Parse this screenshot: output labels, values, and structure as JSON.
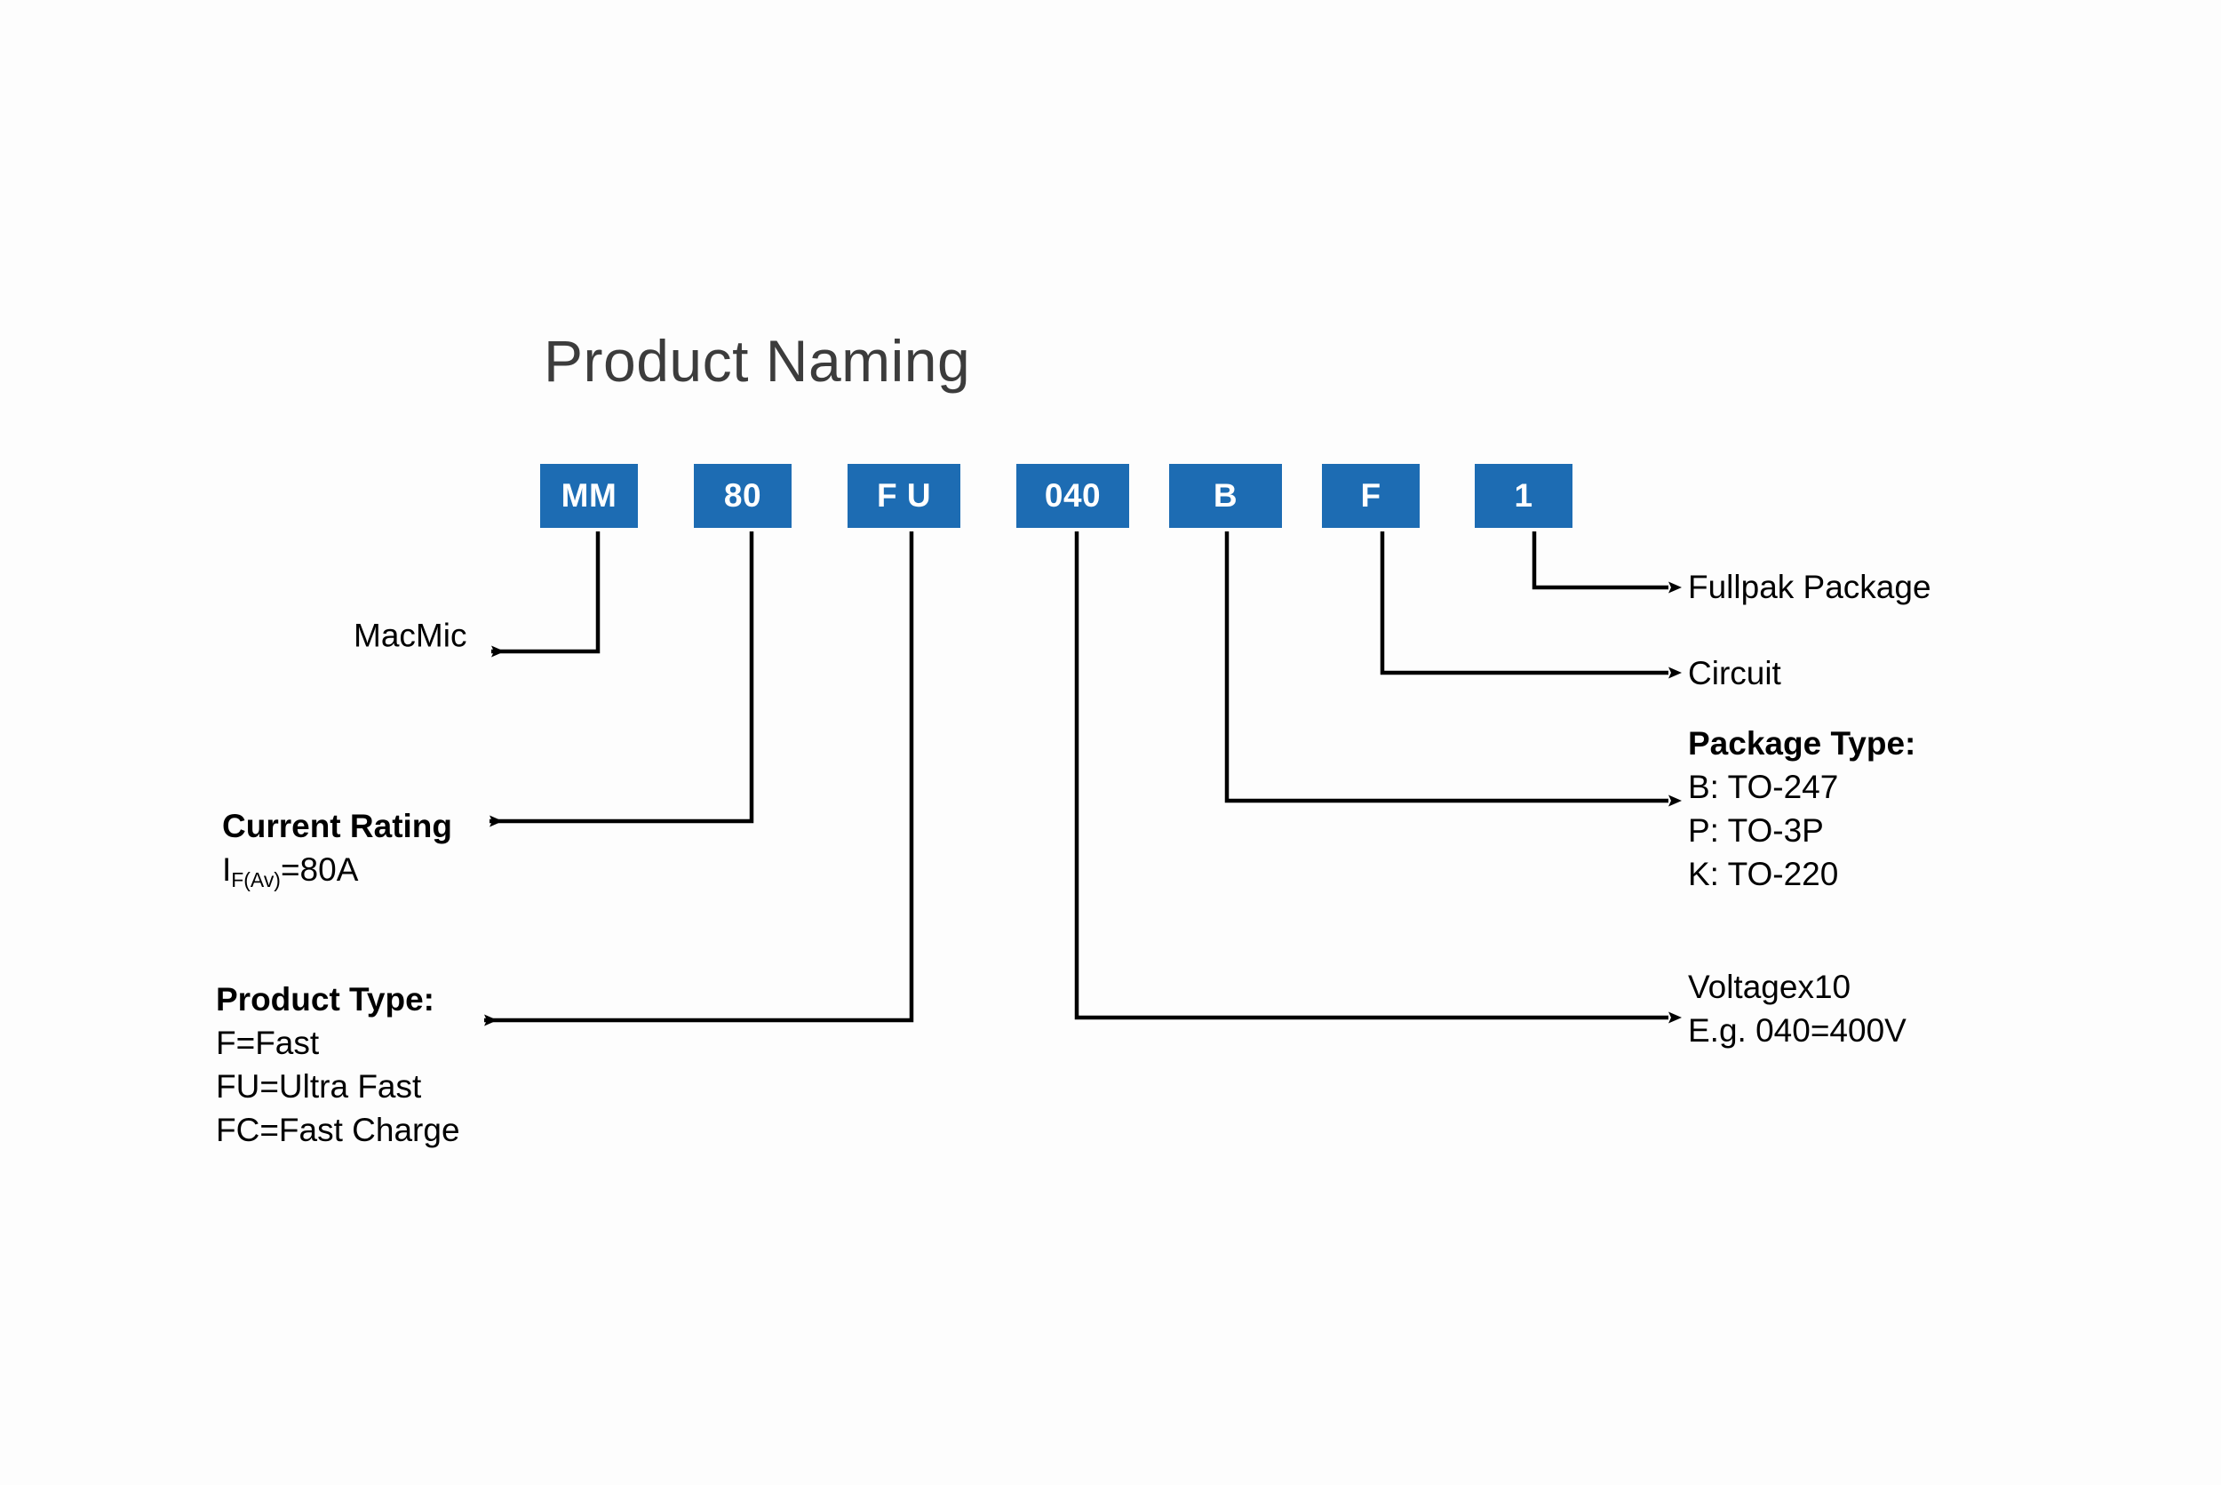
{
  "page": {
    "title": "Product Naming",
    "background": "#fdfdfd",
    "accent_color": "#1d6cb3",
    "text_color": "#000000",
    "title_color": "#3c3c3c"
  },
  "part_code": {
    "example": "MM80FU040BF1",
    "segments": [
      {
        "label": "MM",
        "meaning": "MacMic"
      },
      {
        "label": "80",
        "meaning": "Current Rating"
      },
      {
        "label": "F U",
        "meaning": "Product Type"
      },
      {
        "label": "040",
        "meaning": "Voltage x10"
      },
      {
        "label": "B",
        "meaning": "Package Type"
      },
      {
        "label": "F",
        "meaning": "Circuit"
      },
      {
        "label": "1",
        "meaning": "Fullpak Package"
      }
    ]
  },
  "annotations": {
    "macmic": {
      "heading": "MacMic"
    },
    "current_rating": {
      "heading": "Current Rating",
      "symbol_main": "I",
      "symbol_sub": "F(Av)",
      "symbol_value": "=80A"
    },
    "product_type": {
      "heading": "Product Type:",
      "lines": [
        "F=Fast",
        "FU=Ultra Fast",
        "FC=Fast Charge"
      ]
    },
    "fullpak": {
      "heading": "Fullpak Package"
    },
    "circuit": {
      "heading": "Circuit"
    },
    "package_type": {
      "heading": "Package Type:",
      "lines": [
        "B: TO-247",
        "P: TO-3P",
        "K: TO-220"
      ]
    },
    "voltage": {
      "lines": [
        "Voltagex10",
        "E.g. 040=400V"
      ]
    }
  }
}
